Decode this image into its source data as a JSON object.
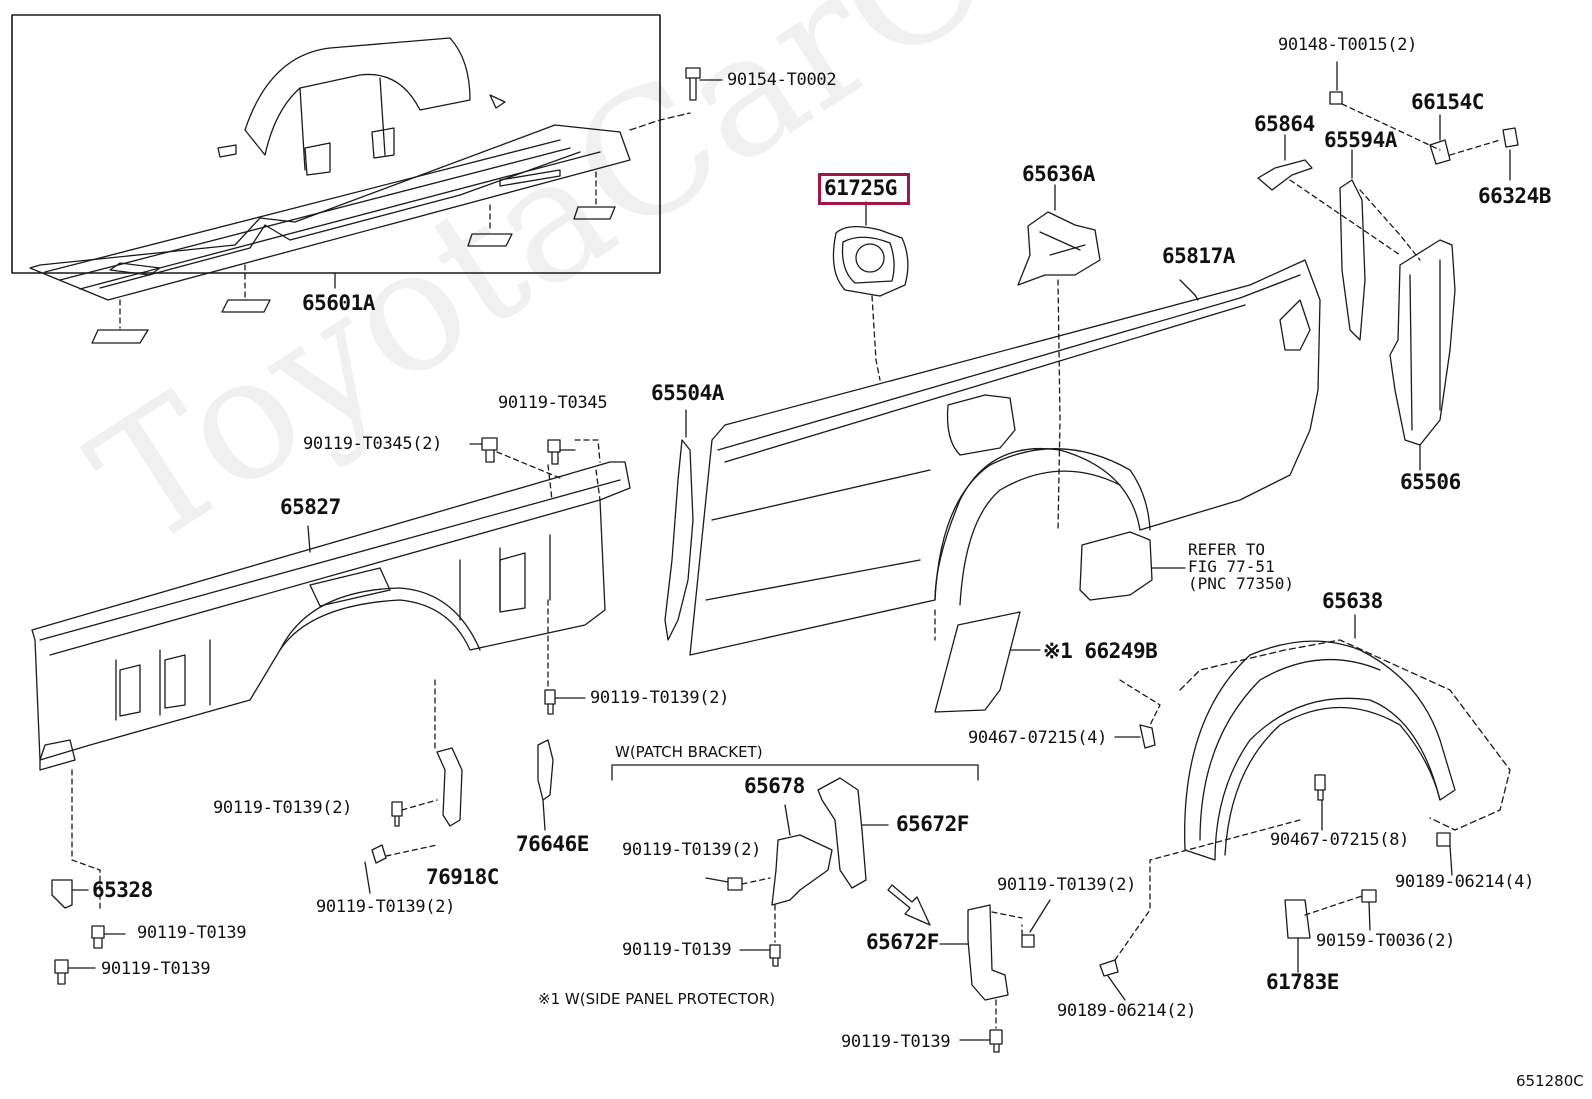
{
  "watermark": "ToyotaCarOnline.ru",
  "figure_code": "651280C",
  "highlight_color": "#a0174a",
  "labels": {
    "p65601A": "65601A",
    "p90154_T0002": "90154-T0002",
    "p61725G": "61725G",
    "p65636A": "65636A",
    "p90148_T0015": "90148-T0015(2)",
    "p65864": "65864",
    "p66154C": "66154C",
    "p65594A": "65594A",
    "p66324B": "66324B",
    "p65817A": "65817A",
    "p65504A": "65504A",
    "p90119_T0345": "90119-T0345",
    "p90119_T0345_2": "90119-T0345(2)",
    "p65827": "65827",
    "p65506": "65506",
    "p65638": "65638",
    "p66249B": "※1 66249B",
    "p90467_07215_4": "90467-07215(4)",
    "p90119_T0139_2_a": "90119-T0139(2)",
    "p90119_T0139_2_b": "90119-T0139(2)",
    "p90119_T0139_2_c": "90119-T0139(2)",
    "p90119_T0139_2_d": "90119-T0139(2)",
    "p90119_T0139_2_e": "90119-T0139(2)",
    "p76918C": "76918C",
    "p76646E": "76646E",
    "p65678": "65678",
    "p65672F_a": "65672F",
    "p65672F_b": "65672F",
    "p65328": "65328",
    "p90119_T0139_a": "90119-T0139",
    "p90119_T0139_b": "90119-T0139",
    "p90119_T0139_c": "90119-T0139",
    "p90119_T0139_d": "90119-T0139",
    "p90467_07215_8": "90467-07215(8)",
    "p90189_06214_4": "90189-06214(4)",
    "p90159_T0036": "90159-T0036(2)",
    "p61783E": "61783E",
    "p90189_06214_2": "90189-06214(2)",
    "refer": "REFER TO\nFIG 77-51\n(PNC 77350)",
    "patch_bracket": "W(PATCH BRACKET)",
    "side_panel_note": "※1 W(SIDE PANEL PROTECTOR)"
  }
}
